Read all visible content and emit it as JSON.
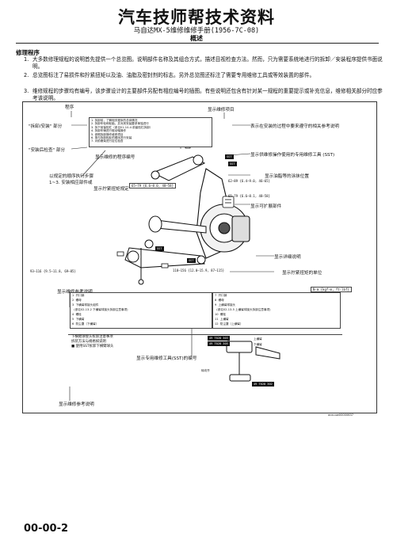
{
  "header": {
    "title": "汽车技师帮技术资料",
    "subtitle": "马自达MX-5维修维修手册(1956-7C-08)",
    "section": "概述"
  },
  "repair_procedure": {
    "heading": "修理程序",
    "items": [
      {
        "num": "1.",
        "text": "大多数修理规程的说明首先提供一个总览图。说明部件名称及其组合方式，描述目视检查方法。然而，只为需要系统地进行的拆卸／安装程序提供书面说明。"
      },
      {
        "num": "2.",
        "text": "总览图标注了易损件和拧紧扭矩以及油、油脂及密封剂的标志。另外总览图还标注了需要专用维修工具或等效装置的部件。"
      },
      {
        "num": "3.",
        "text": "维修规程的步骤均有编号，该步骤设计的主要部件另配有相应编号的插图。有些说明还包含有针对某一规程的重要提示或补充信息，维修相关部分时应参考该说明。"
      }
    ]
  },
  "diagram": {
    "callouts": {
      "procedure": "程序",
      "show_items": "显示维修项目",
      "removal_install": "\"拆卸/安装\" 部分",
      "post_install_check": "\"安装后检查\" 部分",
      "order_line1": "以规定的顺序执行步骤",
      "order_line2": "1~3. 安装相应部件或",
      "show_procedure_num": "显示维修的程序编号",
      "show_torque_spec": "显示拧紧扭矩规定",
      "ref_during_repair": "表示在安装的过程中要来遵守的相关参考说明",
      "sst_supply": "显示供维修操作使用的专用维修工具 (SST)",
      "grease_position": "显示油脂等的涂抹位置",
      "expand_parts": "显示可扩展部件",
      "show_details": "显示详细说明",
      "torque_unit": "显示拧紧扭矩的单位",
      "ref_desc": "显示维修参考说明",
      "sst_number": "显示专用维修工具(SST)的编号",
      "ref_desc2": "显示维修参考说明",
      "sst_label": "SST",
      "torque_a": "65—79 {6.6—8.0, 48—58}",
      "torque_b": "62—89 {6.4—9.0, 46—65}",
      "torque_c": "65—79 {6.6—8.1, 48—58}",
      "torque_d": "93—116 {9.5—11.8, 69—85}",
      "torque_e": "118—156 {12.0—15.9, 87—115}",
      "unit_box": "N·m {kgf·m, ft·lbf}",
      "sst_code_1": "49 T028 303",
      "sst_code_2": "49 T028 305",
      "sst_code_3": "49 T028 302",
      "sst_side1": "上横臂",
      "sst_side2": "下横臂",
      "sst_side3": "转向节",
      "note_line1": "下横臂球接头拆卸注意事项",
      "note_line2": "拆装方法与规格如说明",
      "note_line3": "■ 使用SST拆卸下横臂球头",
      "doc_id": "acxuuw00000637"
    },
    "proc_box_lines": [
      "1. 拆卸前，了解相关程序的总体情况",
      "2. 拆卸车轮和轮胎。并对其安装要求单独进行",
      "3. 拆下前保险杠（参见01-10-4 前保险杠拆卸）",
      "4. 拆卸车辆进行驱动轴操作",
      "5. 参照拆卸操作维修项目",
      "6. 按与拆卸相反的顺序进行安装",
      "7. 对前悬架进行定位检查"
    ],
    "table_left": [
      [
        "1",
        "开口销"
      ],
      [
        "2",
        "螺母"
      ],
      [
        "3",
        "下横臂球接头组件"
      ],
      [
        "",
        "(参见02-13-2 下横臂球接头拆卸注意事项)"
      ],
      [
        "4",
        "螺栓"
      ],
      [
        "5",
        "下横臂"
      ],
      [
        "6",
        "防尘罩（下横臂）"
      ]
    ],
    "table_right": [
      [
        "7",
        "开口销"
      ],
      [
        "8",
        "螺母"
      ],
      [
        "9",
        "上横臂球接头"
      ],
      [
        "",
        "(参见02-13-5 上横臂球接头拆卸注意事项)"
      ],
      [
        "10",
        "螺栓"
      ],
      [
        "11",
        "上横臂"
      ],
      [
        "12",
        "防尘罩（上横臂）"
      ]
    ]
  },
  "footer": {
    "page": "00-00-2"
  }
}
